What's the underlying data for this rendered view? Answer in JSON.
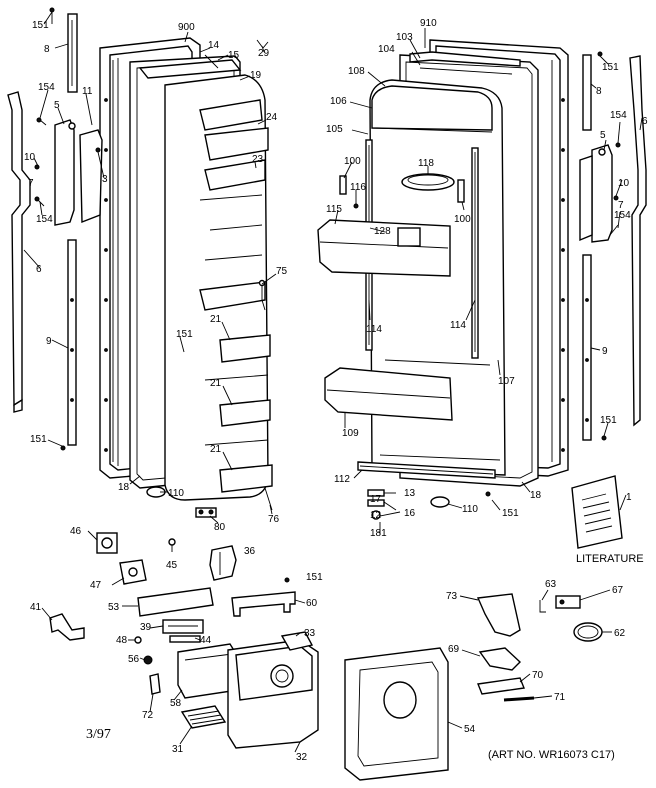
{
  "date_code": "3/97",
  "art_number": "(ART NO. WR16073 C17)",
  "literature_caption": "LITERATURE",
  "part_labels": [
    {
      "id": "151",
      "text": "151"
    },
    {
      "id": "8",
      "text": "8"
    },
    {
      "id": "900",
      "text": "900"
    },
    {
      "id": "14",
      "text": "14"
    },
    {
      "id": "15",
      "text": "15"
    },
    {
      "id": "29",
      "text": "29"
    },
    {
      "id": "19",
      "text": "19"
    },
    {
      "id": "154",
      "text": "154"
    },
    {
      "id": "11",
      "text": "11"
    },
    {
      "id": "5",
      "text": "5"
    },
    {
      "id": "10",
      "text": "10"
    },
    {
      "id": "3",
      "text": "3"
    },
    {
      "id": "7",
      "text": "7"
    },
    {
      "id": "24",
      "text": "24"
    },
    {
      "id": "23",
      "text": "23"
    },
    {
      "id": "6",
      "text": "6"
    },
    {
      "id": "75",
      "text": "75"
    },
    {
      "id": "9",
      "text": "9"
    },
    {
      "id": "21",
      "text": "21"
    },
    {
      "id": "18",
      "text": "18"
    },
    {
      "id": "110",
      "text": "110"
    },
    {
      "id": "80",
      "text": "80"
    },
    {
      "id": "76",
      "text": "76"
    },
    {
      "id": "910",
      "text": "910"
    },
    {
      "id": "103",
      "text": "103"
    },
    {
      "id": "104",
      "text": "104"
    },
    {
      "id": "108",
      "text": "108"
    },
    {
      "id": "106",
      "text": "106"
    },
    {
      "id": "105",
      "text": "105"
    },
    {
      "id": "100",
      "text": "100"
    },
    {
      "id": "118",
      "text": "118"
    },
    {
      "id": "116",
      "text": "116"
    },
    {
      "id": "115",
      "text": "115"
    },
    {
      "id": "128",
      "text": "128"
    },
    {
      "id": "114",
      "text": "114"
    },
    {
      "id": "107",
      "text": "107"
    },
    {
      "id": "109",
      "text": "109"
    },
    {
      "id": "112",
      "text": "112"
    },
    {
      "id": "13",
      "text": "13"
    },
    {
      "id": "17",
      "text": "17"
    },
    {
      "id": "16",
      "text": "16"
    },
    {
      "id": "12",
      "text": "12"
    },
    {
      "id": "181",
      "text": "181"
    },
    {
      "id": "1",
      "text": "1"
    },
    {
      "id": "46",
      "text": "46"
    },
    {
      "id": "45",
      "text": "45"
    },
    {
      "id": "36",
      "text": "36"
    },
    {
      "id": "47",
      "text": "47"
    },
    {
      "id": "53",
      "text": "53"
    },
    {
      "id": "60",
      "text": "60"
    },
    {
      "id": "41",
      "text": "41"
    },
    {
      "id": "39",
      "text": "39"
    },
    {
      "id": "44",
      "text": "44"
    },
    {
      "id": "33",
      "text": "33"
    },
    {
      "id": "48",
      "text": "48"
    },
    {
      "id": "56",
      "text": "56"
    },
    {
      "id": "58",
      "text": "58"
    },
    {
      "id": "72",
      "text": "72"
    },
    {
      "id": "31",
      "text": "31"
    },
    {
      "id": "32",
      "text": "32"
    },
    {
      "id": "73",
      "text": "73"
    },
    {
      "id": "63",
      "text": "63"
    },
    {
      "id": "67",
      "text": "67"
    },
    {
      "id": "62",
      "text": "62"
    },
    {
      "id": "69",
      "text": "69"
    },
    {
      "id": "70",
      "text": "70"
    },
    {
      "id": "71",
      "text": "71"
    },
    {
      "id": "54",
      "text": "54"
    }
  ]
}
